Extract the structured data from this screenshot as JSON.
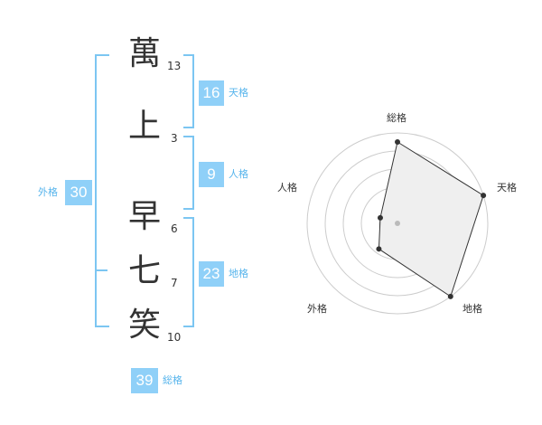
{
  "name_chars": [
    {
      "char": "萬",
      "strokes": "13"
    },
    {
      "char": "上",
      "strokes": "3"
    },
    {
      "char": "早",
      "strokes": "6"
    },
    {
      "char": "七",
      "strokes": "7"
    },
    {
      "char": "笑",
      "strokes": "10"
    }
  ],
  "kaku": {
    "tenkaku": {
      "value": "16",
      "label": "天格"
    },
    "jinkaku": {
      "value": "9",
      "label": "人格"
    },
    "chikaku": {
      "value": "23",
      "label": "地格"
    },
    "gaikaku": {
      "value": "30",
      "label": "外格"
    },
    "soukaku": {
      "value": "39",
      "label": "総格"
    }
  },
  "radar": {
    "labels": {
      "top": "総格",
      "right": "天格",
      "bottom_right": "地格",
      "bottom_left": "外格",
      "left": "人格"
    },
    "colors": {
      "grid": "#cccccc",
      "fill": "#efefef",
      "line": "#333333",
      "center": "#bbbbbb"
    },
    "levels": {
      "soukaku": 0.9,
      "tenkaku": 1.0,
      "chikaku": 1.0,
      "gaikaku": 0.35,
      "jinkaku": 0.2
    }
  }
}
